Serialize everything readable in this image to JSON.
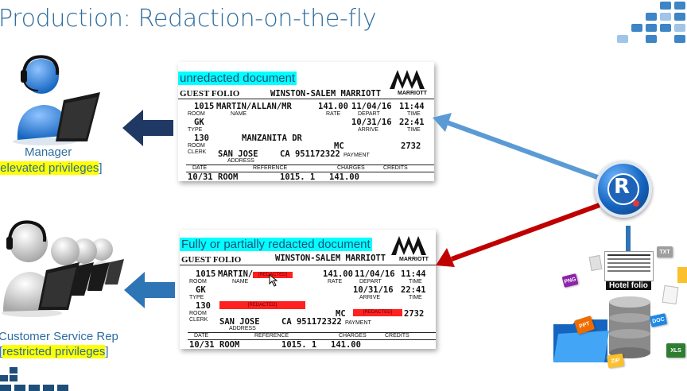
{
  "slide": {
    "title": "Production: Redaction-on-the-fly"
  },
  "manager": {
    "role": "Manager",
    "privilege_open": "[",
    "privilege": "elevated privileges",
    "privilege_close": "]"
  },
  "csr": {
    "role": "Customer Service Rep",
    "privilege_open": "[",
    "privilege": "restricted privileges",
    "privilege_close": "]"
  },
  "doc_unredacted": {
    "caption": "unredacted document",
    "guest_folio": "GUEST FOLIO",
    "hotel": "WINSTON-SALEM MARRIOTT",
    "brand": "MARRIOTT",
    "room_no": "1015",
    "guest_name": "MARTIN/ALLAN/MR",
    "rate": "141.00",
    "depart": "11/04/16",
    "depart_time": "11:44",
    "type": "GK",
    "arrive": "10/31/16",
    "arrive_time": "22:41",
    "clerk": "130",
    "address1": "MANZANITA DR",
    "payment_code": "MC",
    "card_last": "2732",
    "city": "SAN JOSE",
    "state_zip": "CA 951172322",
    "row_date": "10/31",
    "row_ref": "ROOM",
    "row_num": "1015. 1",
    "row_charge": "141.00",
    "lbl_room": "ROOM",
    "lbl_name": "NAME",
    "lbl_rate": "RATE",
    "lbl_depart": "DEPART",
    "lbl_time": "TIME",
    "lbl_type": "TYPE",
    "lbl_arrive": "ARRIVE",
    "lbl_room2": "ROOM",
    "lbl_clerk": "CLERK",
    "lbl_address": "ADDRESS",
    "lbl_payment": "PAYMENT",
    "col_date": "DATE",
    "col_reference": "REFERENCE",
    "col_charges": "CHARGES",
    "col_credits": "CREDITS"
  },
  "doc_redacted": {
    "caption": "Fully or partially redacted document",
    "guest_folio": "GUEST FOLIO",
    "hotel": "WINSTON-SALEM MARRIOTT",
    "brand": "MARRIOTT",
    "room_no": "1015",
    "guest_name": "MARTIN/",
    "rate": "141.00",
    "depart": "11/04/16",
    "depart_time": "11:44",
    "type": "GK",
    "arrive": "10/31/16",
    "arrive_time": "22:41",
    "clerk": "130",
    "payment_code": "MC",
    "card_last": "2732",
    "city": "SAN JOSE",
    "state_zip": "CA 951172322",
    "redacted_tag": "[REDACTED]",
    "row_date": "10/31",
    "row_ref": "ROOM",
    "row_num": "1015. 1",
    "row_charge": "141.00",
    "lbl_room": "ROOM",
    "lbl_name": "NAME",
    "lbl_rate": "RATE",
    "lbl_depart": "DEPART",
    "lbl_time": "TIME",
    "lbl_type": "TYPE",
    "lbl_arrive": "ARRIVE",
    "lbl_room2": "ROOM",
    "lbl_clerk": "CLERK",
    "lbl_address": "ADDRESS",
    "lbl_payment": "PAYMENT",
    "col_date": "DATE",
    "col_reference": "REFERENCE",
    "col_charges": "CHARGES",
    "col_credits": "CREDITS"
  },
  "repository": {
    "folio_label": "Hotel folio",
    "files": [
      "TXT",
      "PNG",
      "PPT",
      "DOC",
      "XLS",
      "ZIP"
    ]
  },
  "colors": {
    "title": "#2e6d9e",
    "highlight_yellow": "#ffff00",
    "highlight_cyan": "#00ffff",
    "arrow_blue": "#5b9bd5",
    "arrow_red": "#c00000",
    "arrow_navy": "#1f3864",
    "redaction_red": "#ff2020"
  }
}
